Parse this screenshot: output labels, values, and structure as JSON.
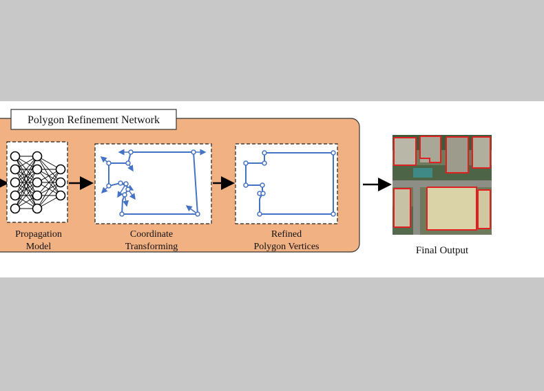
{
  "network": {
    "title": "Polygon Refinement Network"
  },
  "stages": {
    "propagation": {
      "line1": "Propagation",
      "line2": "Model"
    },
    "coordinate": {
      "line1": "Coordinate",
      "line2": "Transforming"
    },
    "refined": {
      "line1": "Refined",
      "line2": "Polygon Vertices"
    }
  },
  "output": {
    "label": "Final Output"
  },
  "colors": {
    "band_background": "#ffffff",
    "outer_background": "#c8c8c8",
    "network_panel": "#f2b183",
    "polygon_lines": "#4472c4",
    "output_outlines": "#e02020"
  }
}
